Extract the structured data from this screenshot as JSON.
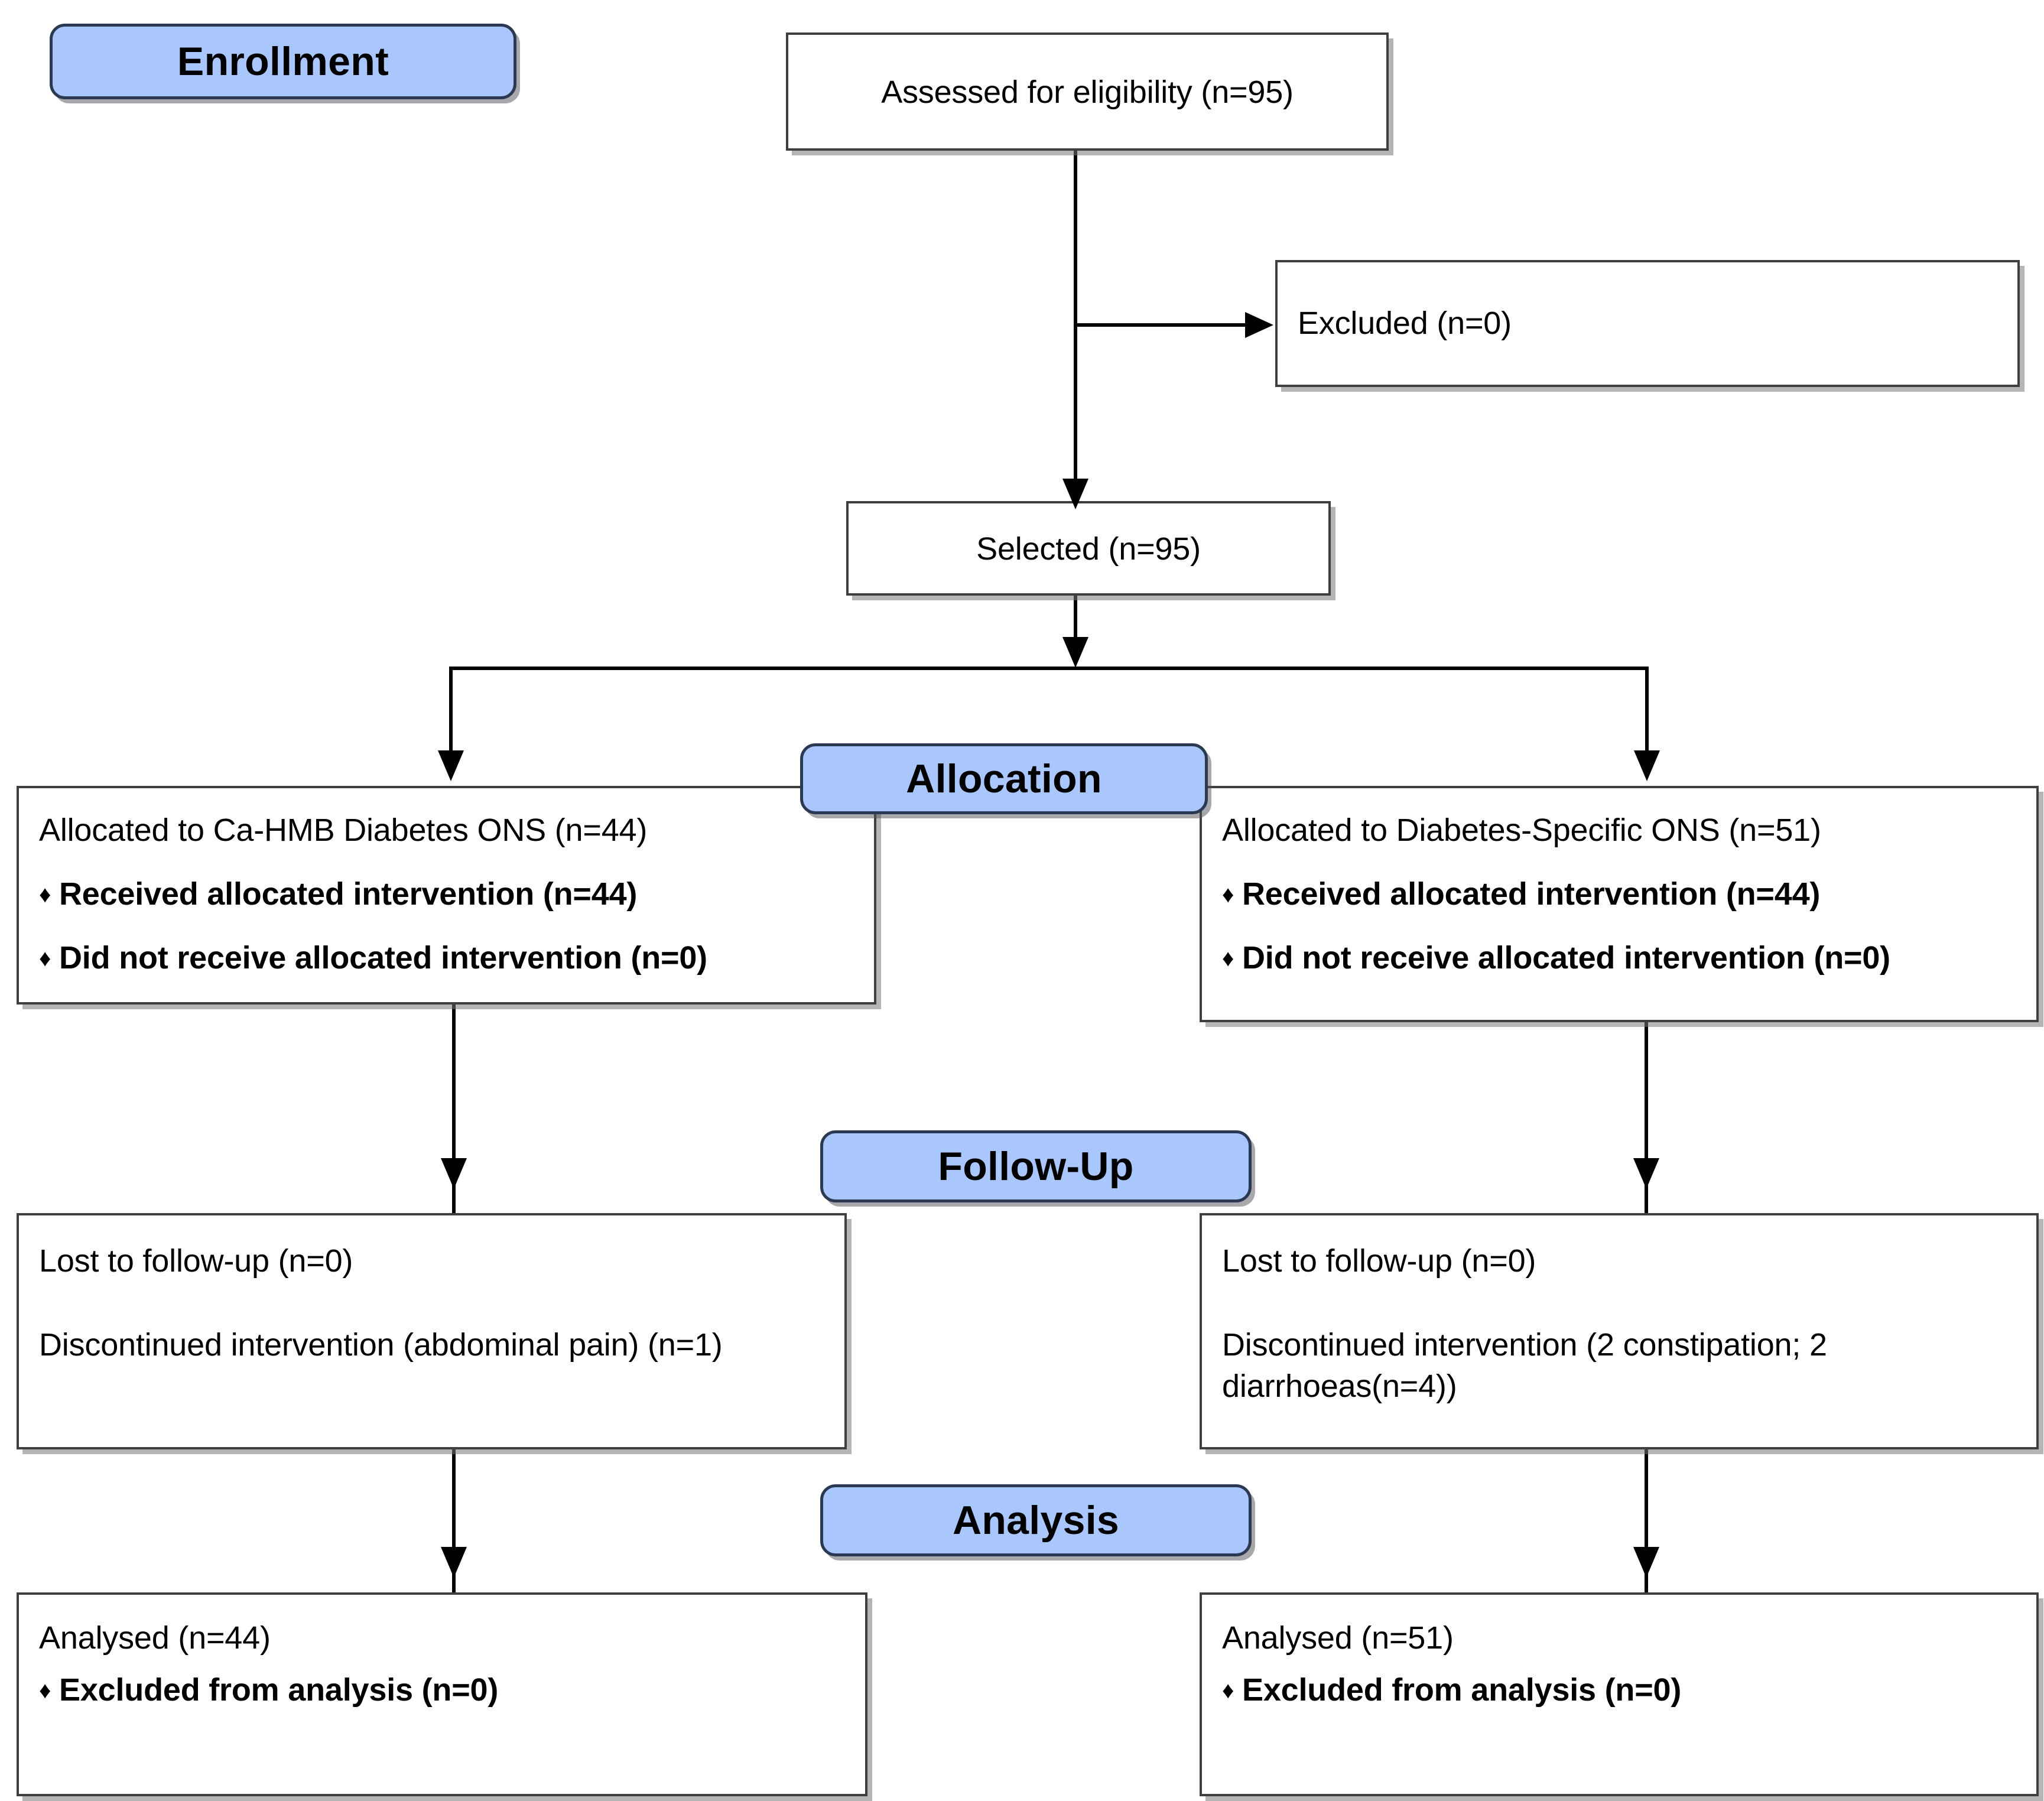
{
  "diagram": {
    "type": "consort-flow-diagram",
    "accent_color": "#a9c7fd",
    "border_color": "#2b3a52",
    "box_border_color": "#3f3f3f",
    "stages": [
      {
        "id": "enrollment",
        "label": "Enrollment"
      },
      {
        "id": "allocation",
        "label": "Allocation"
      },
      {
        "id": "followup",
        "label": "Follow-Up"
      },
      {
        "id": "analysis",
        "label": "Analysis"
      }
    ]
  },
  "enrollment": {
    "assessed": "Assessed for eligibility (n=95)",
    "excluded": "Excluded (n=0)",
    "selected": "Selected (n=95)"
  },
  "allocation": {
    "left": {
      "heading": "Allocated to   Ca-HMB Diabetes ONS   (n=44)",
      "bullets": [
        "Received allocated intervention (n=44)",
        "Did not receive allocated intervention (n=0)"
      ],
      "bullet_marker": "♦"
    },
    "right": {
      "heading": "Allocated to    Diabetes-Specific ONS   (n=51)",
      "bullets": [
        "Received allocated intervention (n=44)",
        "Did not receive allocated intervention (n=0)"
      ],
      "bullet_marker": "♦"
    }
  },
  "followup": {
    "left": {
      "lost": "Lost to follow-up (n=0)",
      "discontinued": "Discontinued intervention (abdominal pain) (n=1)"
    },
    "right": {
      "lost": "Lost to follow-up (n=0)",
      "discontinued": "Discontinued intervention (2 constipation; 2 diarrhoeas(n=4))"
    }
  },
  "analysis": {
    "left": {
      "heading": "Analysed (n=44)",
      "bullets": [
        "Excluded from analysis (n=0)"
      ],
      "bullet_marker": "♦"
    },
    "right": {
      "heading": "Analysed (n=51)",
      "bullets": [
        "Excluded from analysis (n=0)"
      ],
      "bullet_marker": "♦"
    }
  }
}
